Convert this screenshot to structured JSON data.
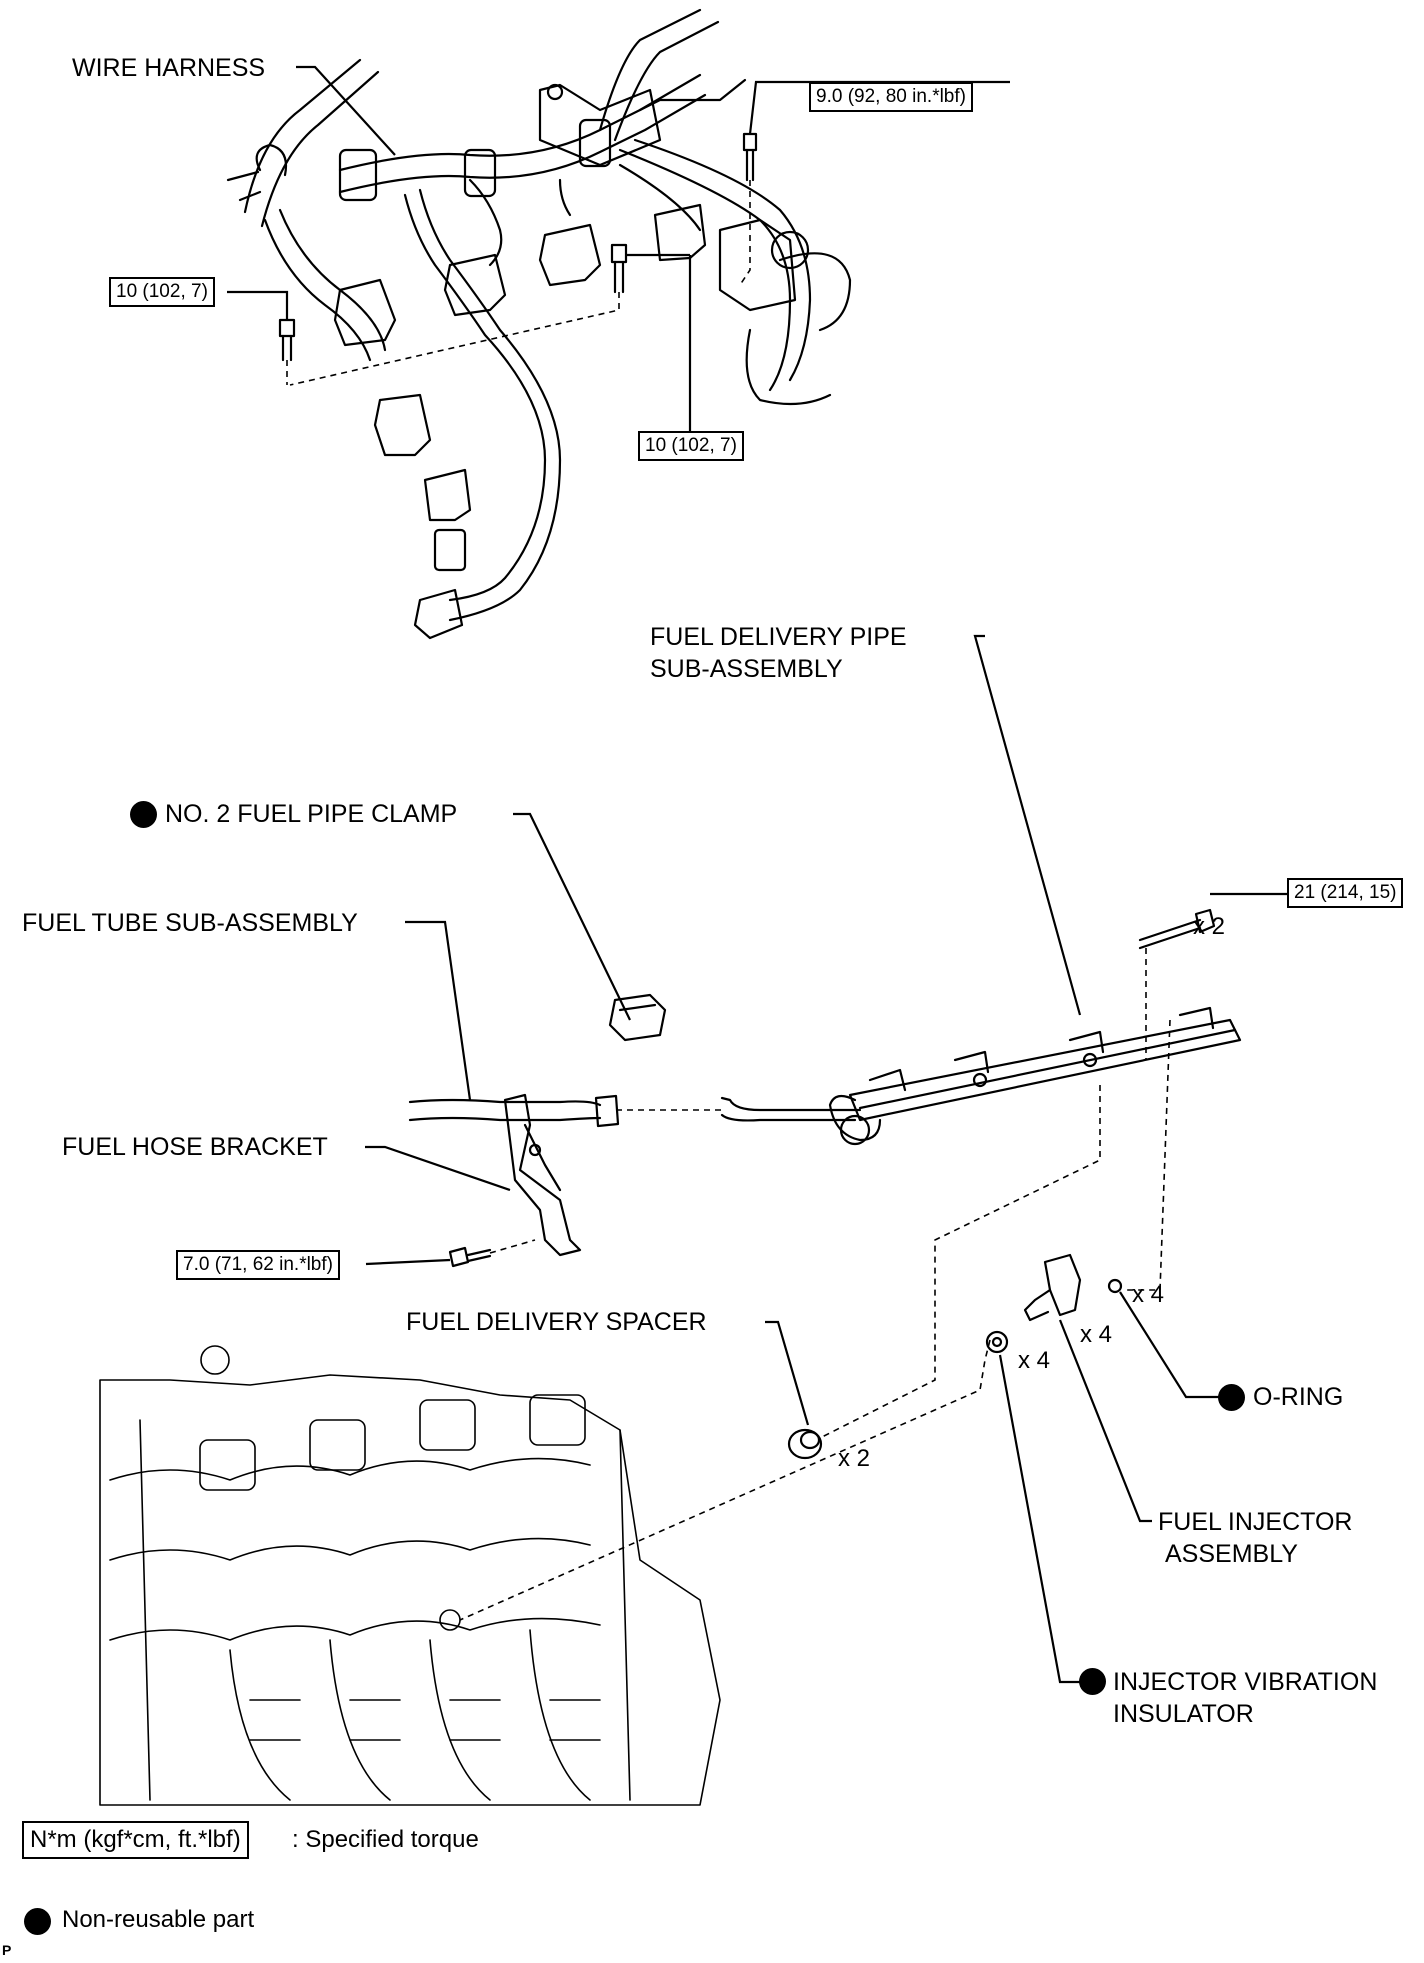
{
  "labels": {
    "wire_harness": "WIRE HARNESS",
    "fuel_delivery_pipe_line1": "FUEL DELIVERY PIPE",
    "fuel_delivery_pipe_line2": "SUB-ASSEMBLY",
    "no2_fuel_pipe_clamp": "NO. 2 FUEL PIPE CLAMP",
    "fuel_tube": "FUEL TUBE SUB-ASSEMBLY",
    "fuel_hose_bracket": "FUEL HOSE BRACKET",
    "fuel_delivery_spacer": "FUEL DELIVERY SPACER",
    "o_ring": "O-RING",
    "fuel_injector_line1": "FUEL INJECTOR",
    "fuel_injector_line2": "ASSEMBLY",
    "injector_insulator_line1": "INJECTOR VIBRATION",
    "injector_insulator_line2": "INSULATOR"
  },
  "torques": {
    "bracket_bolt_top": "9.0 (92, 80 in.*lbf)",
    "harness_left": "10 (102, 7)",
    "harness_center": "10 (102, 7)",
    "delivery_pipe_bolt": "21 (214, 15)",
    "hose_bracket_bolt": "7.0 (71, 62 in.*lbf)"
  },
  "quantities": {
    "delivery_pipe_bolts": "x 2",
    "o_ring": "x 4",
    "injector": "x 4",
    "insulator": "x 4",
    "spacer": "x 2"
  },
  "legend": {
    "torque_box": "N*m (kgf*cm, ft.*lbf)",
    "torque_text": ": Specified torque",
    "non_reusable": "Non-reusable part"
  },
  "corner_code": "P",
  "colors": {
    "ink": "#000000",
    "paper": "#ffffff"
  }
}
